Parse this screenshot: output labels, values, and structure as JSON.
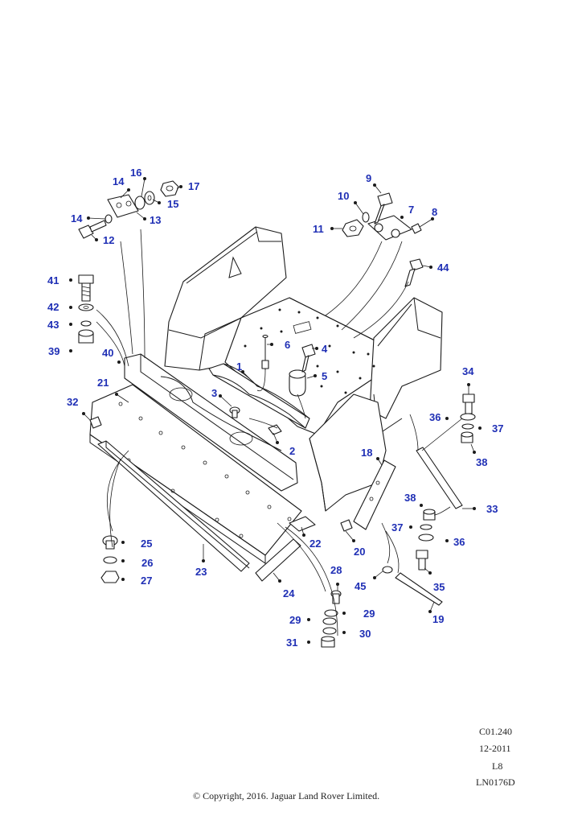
{
  "callouts": {
    "c1": "1",
    "c2": "2",
    "c3": "3",
    "c4": "4",
    "c5": "5",
    "c6": "6",
    "c7": "7",
    "c8": "8",
    "c9": "9",
    "c10": "10",
    "c11": "11",
    "c12": "12",
    "c13": "13",
    "c14a": "14",
    "c14b": "14",
    "c15": "15",
    "c16": "16",
    "c17": "17",
    "c18": "18",
    "c19": "19",
    "c20": "20",
    "c21": "21",
    "c22": "22",
    "c23": "23",
    "c24": "24",
    "c25": "25",
    "c26": "26",
    "c27": "27",
    "c28": "28",
    "c29a": "29",
    "c29b": "29",
    "c30": "30",
    "c31": "31",
    "c32": "32",
    "c33": "33",
    "c34": "34",
    "c35": "35",
    "c36a": "36",
    "c36b": "36",
    "c37a": "37",
    "c37b": "37",
    "c38a": "38",
    "c38b": "38",
    "c39": "39",
    "c40": "40",
    "c41": "41",
    "c42": "42",
    "c43": "43",
    "c44": "44",
    "c45": "45"
  },
  "meta": {
    "ref": "C01.240",
    "date": "12-2011",
    "page": "L8",
    "code": "LN0176D",
    "copyright": "© Copyright, 2016. Jaguar Land Rover Limited."
  },
  "colors": {
    "callout": "#1f2fb5",
    "line": "#1a1a1a",
    "background": "#ffffff"
  }
}
